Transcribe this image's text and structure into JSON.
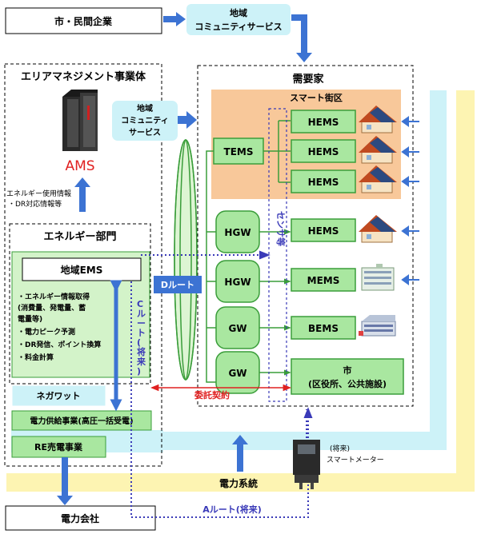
{
  "boxes": {
    "city_private": "市・民間企業",
    "area_mgmt": "エリアマネジメント事業体",
    "ams": "AMS",
    "energy_dept": "エネルギー部門",
    "regional_ems": "地域EMS",
    "negawatt": "ネガワット",
    "power_supply": "電力供給事業(高圧一括受電)",
    "re_retail": "RE売電事業",
    "power_company": "電力会社",
    "demand": "需要家",
    "smart_district": "スマート街区",
    "tems": "TEMS",
    "mems": "MEMS",
    "bems": "BEMS",
    "city_facility_l1": "市",
    "city_facility_l2": "(区役所、公共施設)"
  },
  "service_top_l1": "地域",
  "service_top_l2": "コミュニティサービス",
  "service_mid_l1": "地域",
  "service_mid_l2": "コミュニティ",
  "service_mid_l3": "サービス",
  "energy_info_l1": "エネルギー使用情報",
  "energy_info_l2": "・DR対応情報等",
  "ems_functions": [
    "・エネルギー情報取得",
    " (消費量、発電量、蓄",
    " 電量等)",
    "・電力ピーク予測",
    "・DR発信、ポイント換算",
    "・料金計算"
  ],
  "hems_label": "HEMS",
  "hgw_label": "HGW",
  "gw_label": "GW",
  "routes": {
    "a": "Aルート(将来)",
    "c": "Cルート(将来)",
    "d": "Dルート"
  },
  "sensor_label": "センサ等",
  "commission": "委託契約",
  "grid": "電力系統",
  "smart_meter_l1": "(将来)",
  "smart_meter_l2": "スマートメーター",
  "colors": {
    "box_fill": "#a9e7a0",
    "box_border": "#3a9d3a",
    "panel_fill": "#d3f3c9",
    "smart_area": "#f8c89a",
    "band_cyan": "#cdf2f8",
    "band_yellow": "#fdf4b2",
    "arrow_blue": "#3c73d3",
    "route_dot": "#3a3ab8",
    "red": "#e02020"
  }
}
